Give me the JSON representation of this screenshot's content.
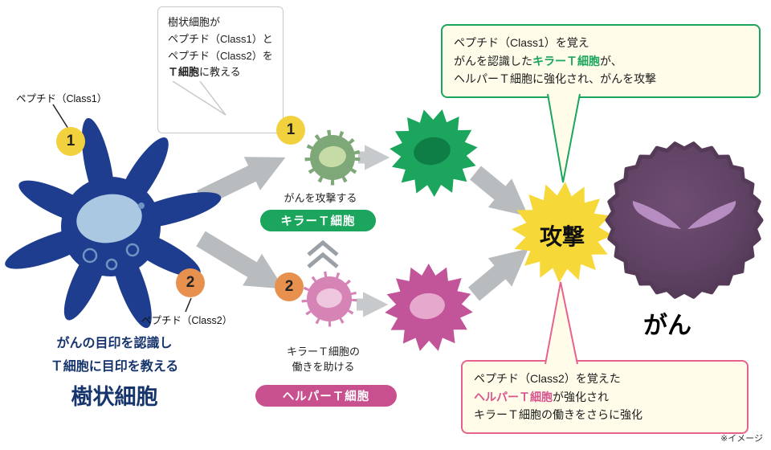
{
  "footnote": "※イメージ",
  "colors": {
    "dendritic_blue": "#1e3d8f",
    "killer_green": "#1ba55d",
    "helper_pink": "#c9508f",
    "attack_yellow": "#f6d838",
    "cancer_purple": "#5f4263",
    "cancer_eye_purple": "#b78cc0",
    "arrow_gray": "#b9bcbf",
    "badge1_yellow": "#f2d13e",
    "badge2_orange": "#e8914e",
    "bubble_cream": "#fffdea",
    "navy_text": "#17356d"
  },
  "dendritic": {
    "peptide1_label": "ペプチド（Class1）",
    "peptide2_label": "ペプチド（Class2）",
    "badge1": "1",
    "badge2": "2",
    "desc_line1": "がんの目印を認識し",
    "desc_line2": "Ｔ細胞に目印を教える",
    "name": "樹状細胞"
  },
  "teach_bubble": {
    "line1": "樹状細胞が",
    "line2": "ペプチド（Class1）と",
    "line3": "ペプチド（Class2）を",
    "line4_bold": "Ｔ細胞",
    "line4_rest": "に教える"
  },
  "killer": {
    "badge": "1",
    "desc": "がんを攻撃する",
    "name": "キラーＴ細胞"
  },
  "helper": {
    "badge": "2",
    "desc_line1": "キラーＴ細胞の",
    "desc_line2": "働きを助ける",
    "name": "ヘルパーＴ細胞"
  },
  "attack": {
    "label": "攻撃"
  },
  "cancer": {
    "label": "がん"
  },
  "killer_bubble": {
    "line1": "ペプチド（Class1）を覚え",
    "line2_pre": "がんを認識した",
    "line2_highlight": "キラーＴ細胞",
    "line2_rest": "が、",
    "line3": "ヘルパーＴ細胞に強化され、がんを攻撃"
  },
  "helper_bubble": {
    "line1": "ペプチド（Class2）を覚えた",
    "line2_highlight": "ヘルパーＴ細胞",
    "line2_rest": "が強化され",
    "line3": "キラーＴ細胞の働きをさらに強化"
  }
}
